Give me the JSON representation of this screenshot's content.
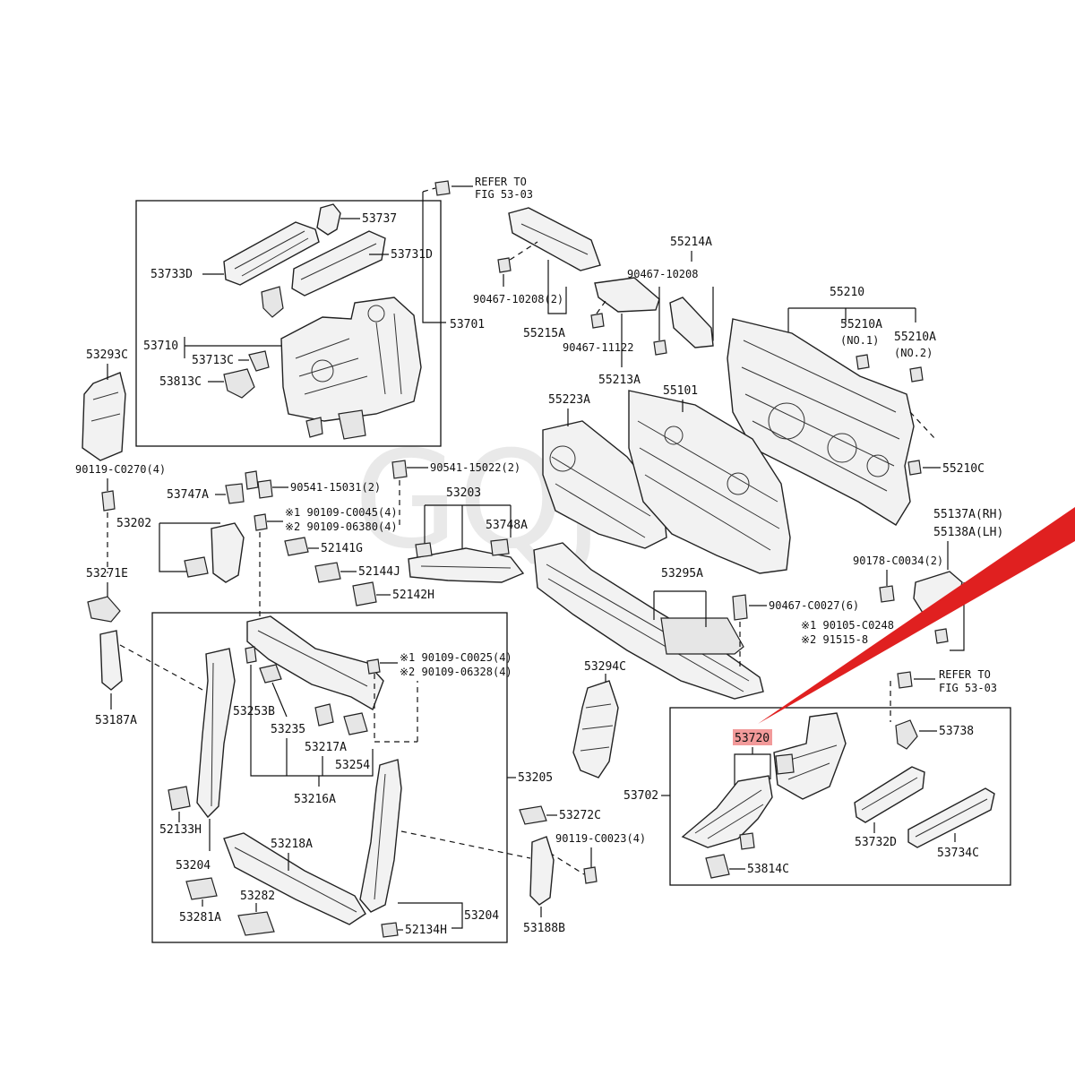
{
  "watermark": "GQJ",
  "colors": {
    "highlight": "#f29a9a",
    "arrow": "#e02020"
  },
  "refer_note_top": [
    "REFER TO",
    "FIG 53-03"
  ],
  "refer_note_right": [
    "REFER TO",
    "FIG 53-03"
  ],
  "labels": {
    "p53737": "53737",
    "p53731D": "53731D",
    "p53733D": "53733D",
    "p53701": "53701",
    "p53710": "53710",
    "p53713C": "53713C",
    "p53813C": "53813C",
    "p53293C": "53293C",
    "p90467_10208_2": "90467-10208(2)",
    "p55215A": "55215A",
    "p90467_11122": "90467-11122",
    "p55213A": "55213A",
    "p55214A": "55214A",
    "p90467_10208": "90467-10208",
    "p55210": "55210",
    "p55210A_1": "55210A",
    "no1": "(NO.1)",
    "p55210A_2": "55210A",
    "no2": "(NO.2)",
    "p55223A": "55223A",
    "p55101": "55101",
    "p55210C": "55210C",
    "p55137A": "55137A(RH)",
    "p55138A": "55138A(LH)",
    "p90178": "90178-C0034(2)",
    "p90467_C0027": "90467-C0027(6)",
    "p90105": "※1 90105-C0248",
    "p91515": "※2 91515-8",
    "p90119_C0270": "90119-C0270(4)",
    "p53747A": "53747A",
    "p90541_15031": "90541-15031(2)",
    "p90541_15022": "90541-15022(2)",
    "p53203": "53203",
    "p53748A": "53748A",
    "p90109_C0045": "※1 90109-C0045(4)",
    "p90109_06380": "※2 90109-06380(4)",
    "p52141G": "52141G",
    "p52144J": "52144J",
    "p52142H": "52142H",
    "p53202": "53202",
    "p53271E": "53271E",
    "p53187A": "53187A",
    "p53295A": "53295A",
    "p90109_C0025": "※1 90109-C0025(4)",
    "p90109_06328": "※2 90109-06328(4)",
    "p53253B": "53253B",
    "p53235": "53235",
    "p53217A": "53217A",
    "p53254": "53254",
    "p53216A": "53216A",
    "p53205": "53205",
    "p53294C": "53294C",
    "p52133H": "52133H",
    "p53204_l": "53204",
    "p53218A": "53218A",
    "p53282": "53282",
    "p53281A": "53281A",
    "p52134H": "52134H",
    "p53204_r": "53204",
    "p53272C": "53272C",
    "p90119_C0023": "90119-C0023(4)",
    "p53188B": "53188B",
    "p53720": "53720",
    "p53738": "53738",
    "p53702": "53702",
    "p53732D": "53732D",
    "p53734C": "53734C",
    "p53814C": "53814C"
  }
}
